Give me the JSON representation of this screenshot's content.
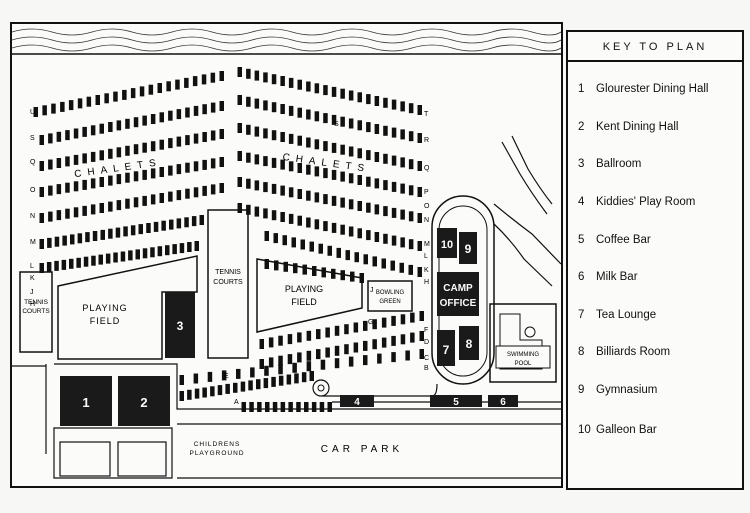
{
  "legend": {
    "title": "KEY TO PLAN",
    "items": [
      {
        "num": "1",
        "label": "Glourester Dining Hall"
      },
      {
        "num": "2",
        "label": "Kent Dining Hall"
      },
      {
        "num": "3",
        "label": "Ballroom"
      },
      {
        "num": "4",
        "label": "Kiddies' Play Room"
      },
      {
        "num": "5",
        "label": "Coffee Bar"
      },
      {
        "num": "6",
        "label": "Milk Bar"
      },
      {
        "num": "7",
        "label": "Tea Lounge"
      },
      {
        "num": "8",
        "label": "Billiards Room"
      },
      {
        "num": "9",
        "label": "Gymnasium"
      },
      {
        "num": "10",
        "label": "Galleon Bar"
      }
    ]
  },
  "map": {
    "chalets_left": "CHALETS",
    "chalets_right": "CHALETS",
    "tennis_courts_left": [
      "TENNIS",
      "COURTS"
    ],
    "tennis_courts_center": [
      "TENNIS",
      "COURTS"
    ],
    "playing_field_left": [
      "PLAYING",
      "FIELD"
    ],
    "playing_field_center": [
      "PLAYING",
      "FIELD"
    ],
    "bowling_green": [
      "BOWLING",
      "GREEN"
    ],
    "camp_office": [
      "CAMP",
      "OFFICE"
    ],
    "swimming_pool": [
      "SWIMMING",
      "POOL"
    ],
    "childrens_playground": [
      "CHILDRENS",
      "PLAYGROUND"
    ],
    "car_park": "CAR PARK",
    "building_numbers": [
      "1",
      "2",
      "3",
      "4",
      "5",
      "6",
      "7",
      "8",
      "9",
      "10"
    ],
    "row_letters_left": [
      "U",
      "S",
      "Q",
      "O",
      "N",
      "M",
      "L",
      "K",
      "J",
      "H"
    ],
    "row_letters_right": [
      "T",
      "S",
      "R",
      "Q",
      "P",
      "O",
      "N",
      "M",
      "L",
      "K",
      "J",
      "H",
      "G",
      "F",
      "E",
      "D",
      "C",
      "B",
      "A"
    ],
    "colors": {
      "ink": "#111111",
      "paper": "#fbfbf9",
      "building_fill": "#1a1a1a"
    }
  }
}
